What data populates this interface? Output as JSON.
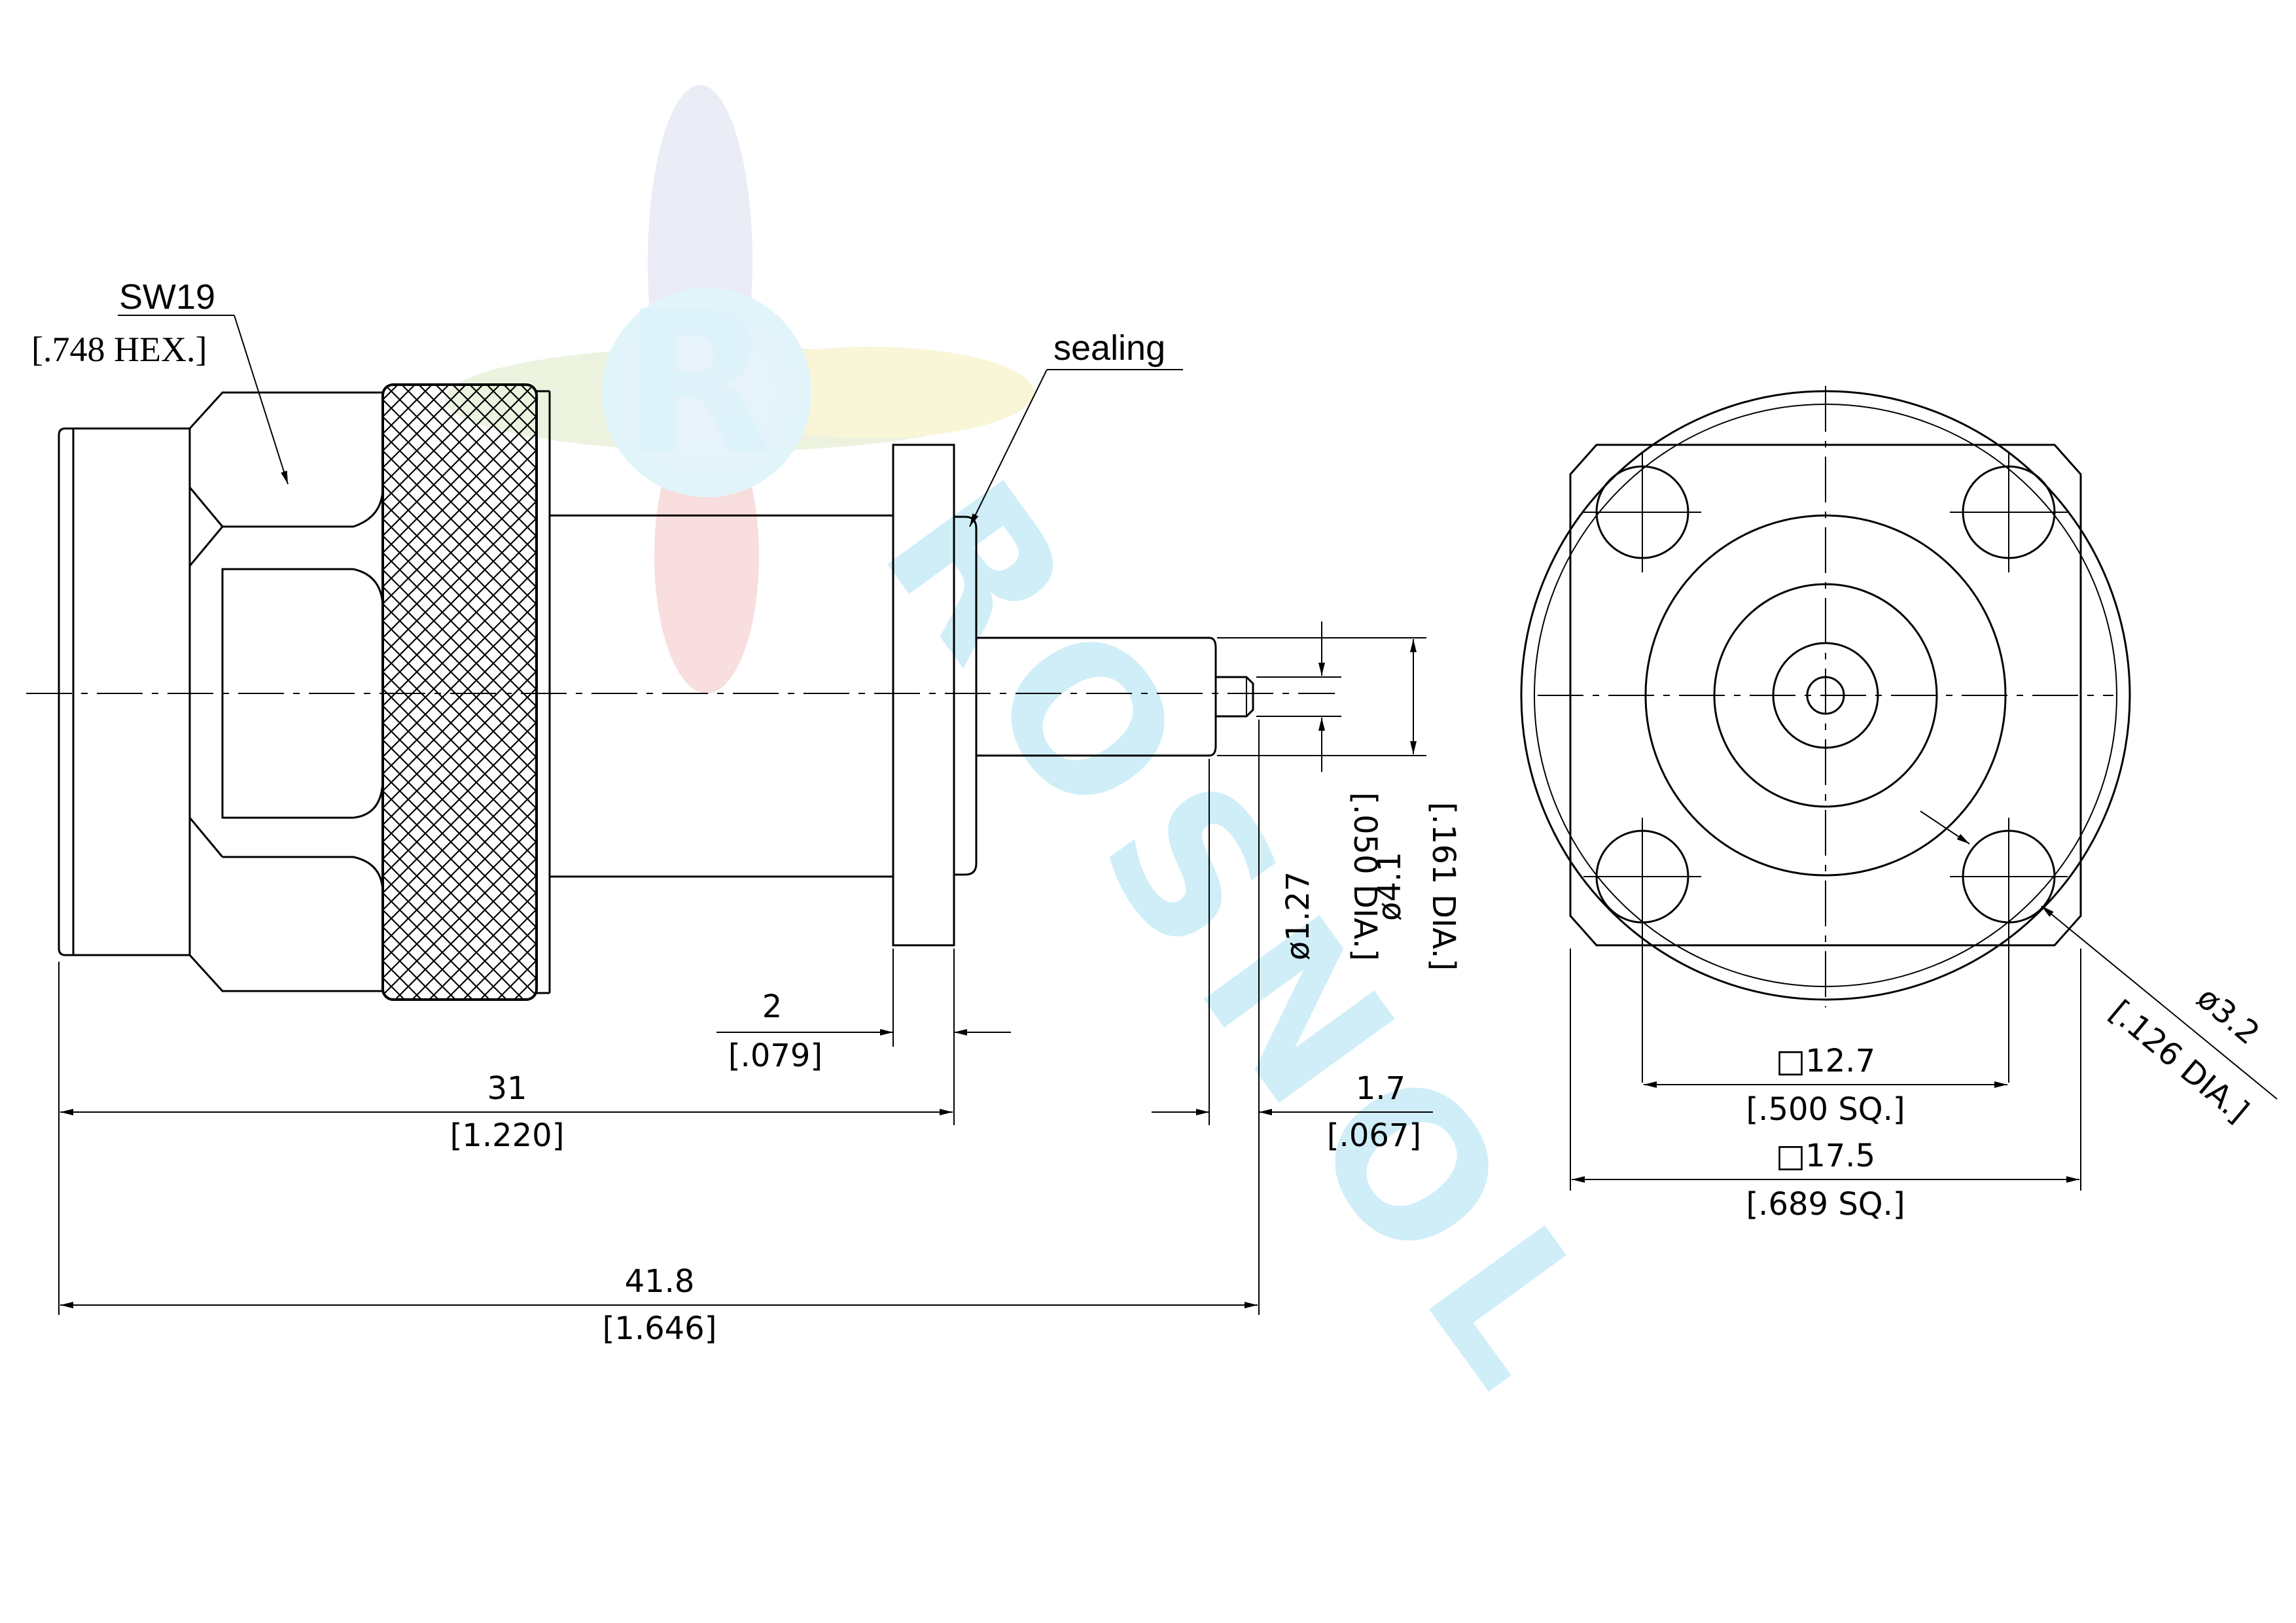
{
  "watermark": {
    "logo_letter": "R",
    "text": "ROSNOL"
  },
  "labels": {
    "sw": "SW19",
    "hex": "[.748 HEX.]",
    "sealing": "sealing"
  },
  "dimensions": {
    "flange_thickness": {
      "mm": "2",
      "inch": "[.079]"
    },
    "length_31": {
      "mm": "31",
      "inch": "[1.220]"
    },
    "pin_length": {
      "mm": "1.7",
      "inch": "[.067]"
    },
    "overall_length": {
      "mm": "41.8",
      "inch": "[1.646]"
    },
    "pin_dia": {
      "mm": "ø1.27",
      "inch": "[.050 DIA.]"
    },
    "body_dia": {
      "mm": "ø4.1",
      "inch": "[.161 DIA.]"
    },
    "hole_spacing": {
      "mm": "□12.7",
      "inch": "[.500 SQ.]"
    },
    "flange_size": {
      "mm": "□17.5",
      "inch": "[.689 SQ.]"
    },
    "hole_dia": {
      "mm": "ø3.2",
      "inch": "[.126 DIA.]"
    }
  },
  "colors": {
    "line": "#000000",
    "watermark": "#bfe9f6"
  }
}
